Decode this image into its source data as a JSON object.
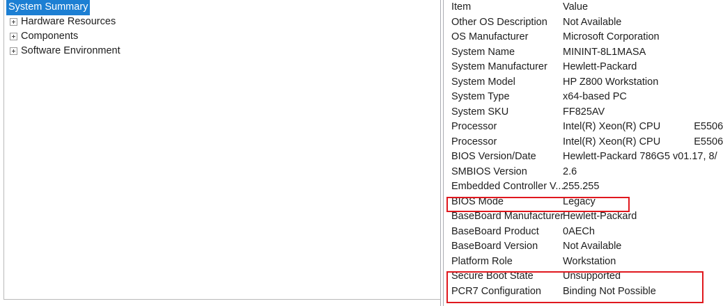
{
  "tree": {
    "selected_label": "System Summary",
    "items": [
      {
        "label": "System Summary",
        "expandable": false,
        "selected": true
      },
      {
        "label": "Hardware Resources",
        "expandable": true,
        "selected": false
      },
      {
        "label": "Components",
        "expandable": true,
        "selected": false
      },
      {
        "label": "Software Environment",
        "expandable": true,
        "selected": false
      }
    ]
  },
  "details": {
    "columns": {
      "item": "Item",
      "value": "Value"
    },
    "rows": [
      {
        "item": "Other OS Description",
        "value": "Not Available"
      },
      {
        "item": "OS Manufacturer",
        "value": "Microsoft Corporation"
      },
      {
        "item": "System Name",
        "value": "MININT-8L1MASA"
      },
      {
        "item": "System Manufacturer",
        "value": "Hewlett-Packard"
      },
      {
        "item": "System Model",
        "value": "HP Z800 Workstation"
      },
      {
        "item": "System Type",
        "value": "x64-based PC"
      },
      {
        "item": "System SKU",
        "value": "FF825AV"
      },
      {
        "item": "Processor",
        "value": "Intel(R) Xeon(R) CPU",
        "value2": "E5506"
      },
      {
        "item": "Processor",
        "value": "Intel(R) Xeon(R) CPU",
        "value2": "E5506"
      },
      {
        "item": "BIOS Version/Date",
        "value": "Hewlett-Packard 786G5 v01.17, 8/"
      },
      {
        "item": "SMBIOS Version",
        "value": "2.6"
      },
      {
        "item": "Embedded Controller V...",
        "value": "255.255"
      },
      {
        "item": "BIOS Mode",
        "value": "Legacy",
        "highlighted": true
      },
      {
        "item": "BaseBoard Manufacturer",
        "value": "Hewlett-Packard"
      },
      {
        "item": "BaseBoard Product",
        "value": "0AECh"
      },
      {
        "item": "BaseBoard Version",
        "value": "Not Available"
      },
      {
        "item": "Platform Role",
        "value": "Workstation"
      },
      {
        "item": "Secure Boot State",
        "value": "Unsupported",
        "highlighted": true
      },
      {
        "item": "PCR7 Configuration",
        "value": "Binding Not Possible",
        "highlighted": true
      }
    ]
  },
  "annotations": {
    "color": "#e0181e",
    "boxes": [
      {
        "name": "bios-mode-highlight",
        "target": "BIOS Mode"
      },
      {
        "name": "secure-boot-highlight",
        "target": "Secure Boot State / PCR7 Configuration"
      }
    ]
  },
  "theme": {
    "selection_background": "#1c7fd3",
    "selection_text": "#ffffff",
    "text": "#1d1d1d",
    "border": "#b9b9b9",
    "splitter": "#a9abb2",
    "background": "#ffffff"
  }
}
